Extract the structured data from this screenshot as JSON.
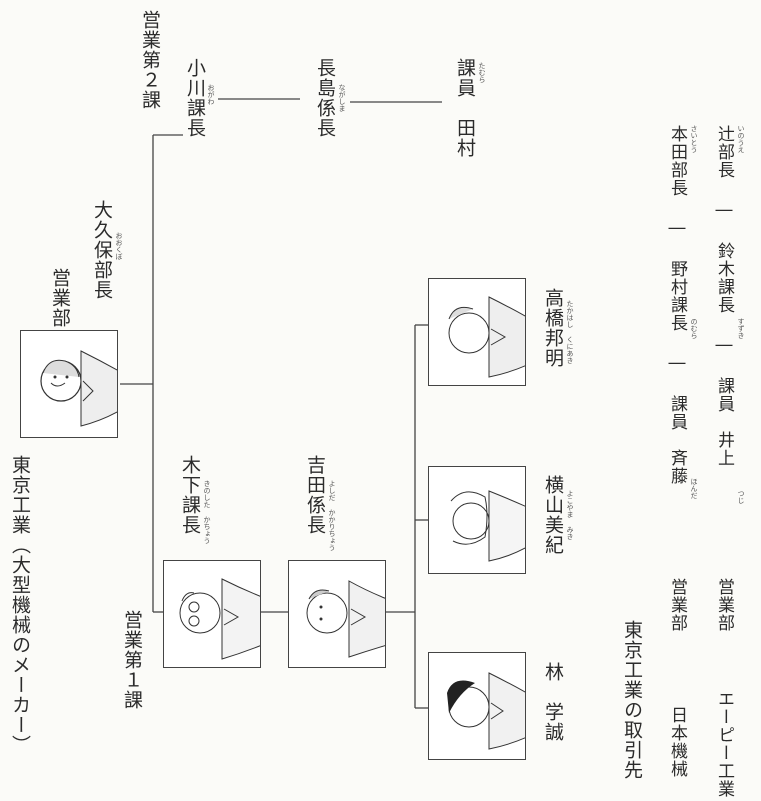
{
  "title": "東京工業（大型機械のメーカー）",
  "headquarters": {
    "dept": "営業部",
    "head_name": "大久保部長",
    "head_reading": "おおくぼ"
  },
  "section1": {
    "label": "営業第１課",
    "chief": {
      "name": "木下課長",
      "reading": "きのした かちょう"
    },
    "subchief": {
      "name": "吉田係長",
      "reading": "よしだ かかりちょう"
    },
    "staff": [
      {
        "name": "林　学誠"
      },
      {
        "name": "横山美紀",
        "reading": "よこやま みき"
      },
      {
        "name": "高橋邦明",
        "reading": "たかはし くにあき"
      }
    ]
  },
  "section2": {
    "label": "営業第２課",
    "chief": {
      "name": "小川課長",
      "reading": "おがわ"
    },
    "subchief": {
      "name": "長島係長",
      "reading": "ながしま"
    },
    "staff": {
      "name": "課員　田村",
      "reading": "たむら"
    }
  },
  "partners": {
    "heading": "東京工業の取引先",
    "rows": [
      {
        "company": "日本機械",
        "dept": "営業部",
        "chain": "本田部長 ― 野村課長 ― 課員　斉藤",
        "readings": {
          "a": "ほんだ",
          "b": "のむら",
          "c": "さいとう"
        }
      },
      {
        "company": "エーピー工業",
        "dept": "営業部",
        "chain": "辻部長 ― 鈴木課長 ― 課員　井上",
        "readings": {
          "a": "つじ",
          "b": "すずき",
          "c": "いのうえ"
        }
      }
    ]
  },
  "colors": {
    "line": "#444444",
    "text": "#2b2b2b",
    "background": "#fbfbf8"
  }
}
